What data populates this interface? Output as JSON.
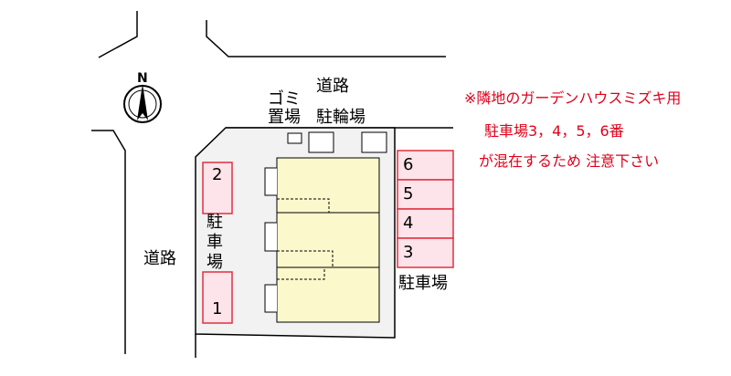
{
  "compass": {
    "letter": "N"
  },
  "labels": {
    "road_top": "道路",
    "road_left": "道路",
    "garbage_line1": "ゴミ",
    "garbage_line2": "置場",
    "bicycle_parking": "駐輪場",
    "parking_left_chars": [
      "駐",
      "車",
      "場"
    ],
    "parking_right": "駐車場"
  },
  "parking_spaces": {
    "left": [
      "2",
      "1"
    ],
    "right": [
      "6",
      "5",
      "4",
      "3"
    ]
  },
  "notice": {
    "line1": "※隣地のガーデンハウスミズキ用",
    "line2": "駐車場3，4，5，6番",
    "line3": "が混在するため 注意下さい"
  },
  "colors": {
    "parking_fill": "#fde3ea",
    "parking_border": "#e0303f",
    "building_fill": "#fbf8cc",
    "site_fill": "#f2f2f2",
    "notice_text": "#e0001b"
  }
}
